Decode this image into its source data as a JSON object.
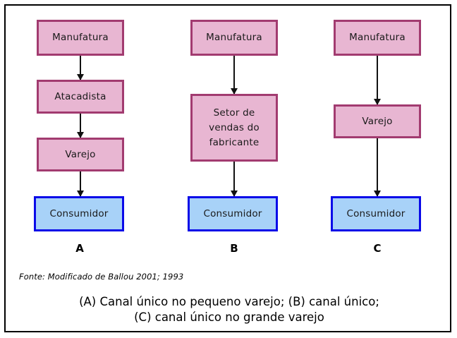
{
  "diagram": {
    "type": "flowchart",
    "title_caption": "(A) Canal único no pequeno varejo; (B) canal único; (C) canal único no grande varejo",
    "source_note": "Fonte: Modificado de Ballou 2001; 1993",
    "caption_line1": "(A) Canal único no pequeno varejo; (B) canal único;",
    "caption_line2": "(C) canal único no grande varejo",
    "colors": {
      "pink_fill": "#e8b6d2",
      "pink_border": "#a23b70",
      "blue_fill": "#a8d2f8",
      "blue_border": "#0a0ae8",
      "arrow": "#111111",
      "frame": "#000000",
      "background": "#ffffff"
    },
    "columns": [
      {
        "id": "A",
        "label": "A",
        "nodes": [
          {
            "text": "Manufatura",
            "kind": "pink"
          },
          {
            "text": "Atacadista",
            "kind": "pink"
          },
          {
            "text": "Varejo",
            "kind": "pink"
          },
          {
            "text": "Consumidor",
            "kind": "blue"
          }
        ]
      },
      {
        "id": "B",
        "label": "B",
        "nodes": [
          {
            "text": "Manufatura",
            "kind": "pink"
          },
          {
            "text": "Setor de\nvendas do\nfabricante",
            "kind": "pink"
          },
          {
            "text": "Consumidor",
            "kind": "blue"
          }
        ]
      },
      {
        "id": "C",
        "label": "C",
        "nodes": [
          {
            "text": "Manufatura",
            "kind": "pink"
          },
          {
            "text": "Varejo",
            "kind": "pink"
          },
          {
            "text": "Consumidor",
            "kind": "blue"
          }
        ]
      }
    ]
  }
}
